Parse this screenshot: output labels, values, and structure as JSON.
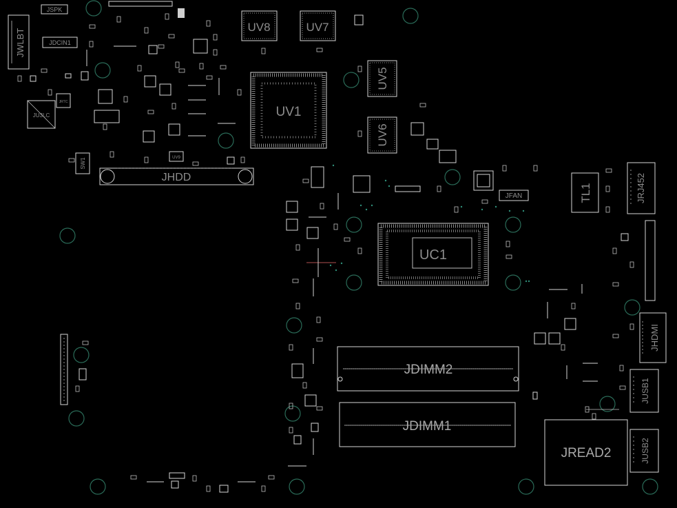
{
  "board": {
    "components": {
      "jspk": "JSPK",
      "jwlbt": "JWLBT",
      "jdcin1": "JDCIN1",
      "jrtc": "JRTC",
      "ju3lc": "JU3LC",
      "sw1": "SW1",
      "uv9": "UV9",
      "jhdd": "JHDD",
      "uv8": "UV8",
      "uv7": "UV7",
      "uv1": "UV1",
      "uv5": "UV5",
      "uv6": "UV6",
      "uc1": "UC1",
      "jfan": "JFAN",
      "tl1": "TL1",
      "jrj452": "JRJ452",
      "jhdmi": "JHDMI",
      "jusb1": "JUSB1",
      "jusb2": "JUSB2",
      "jdimm2": "JDIMM2",
      "jdimm1": "JDIMM1",
      "jread2": "JREAD2"
    }
  }
}
